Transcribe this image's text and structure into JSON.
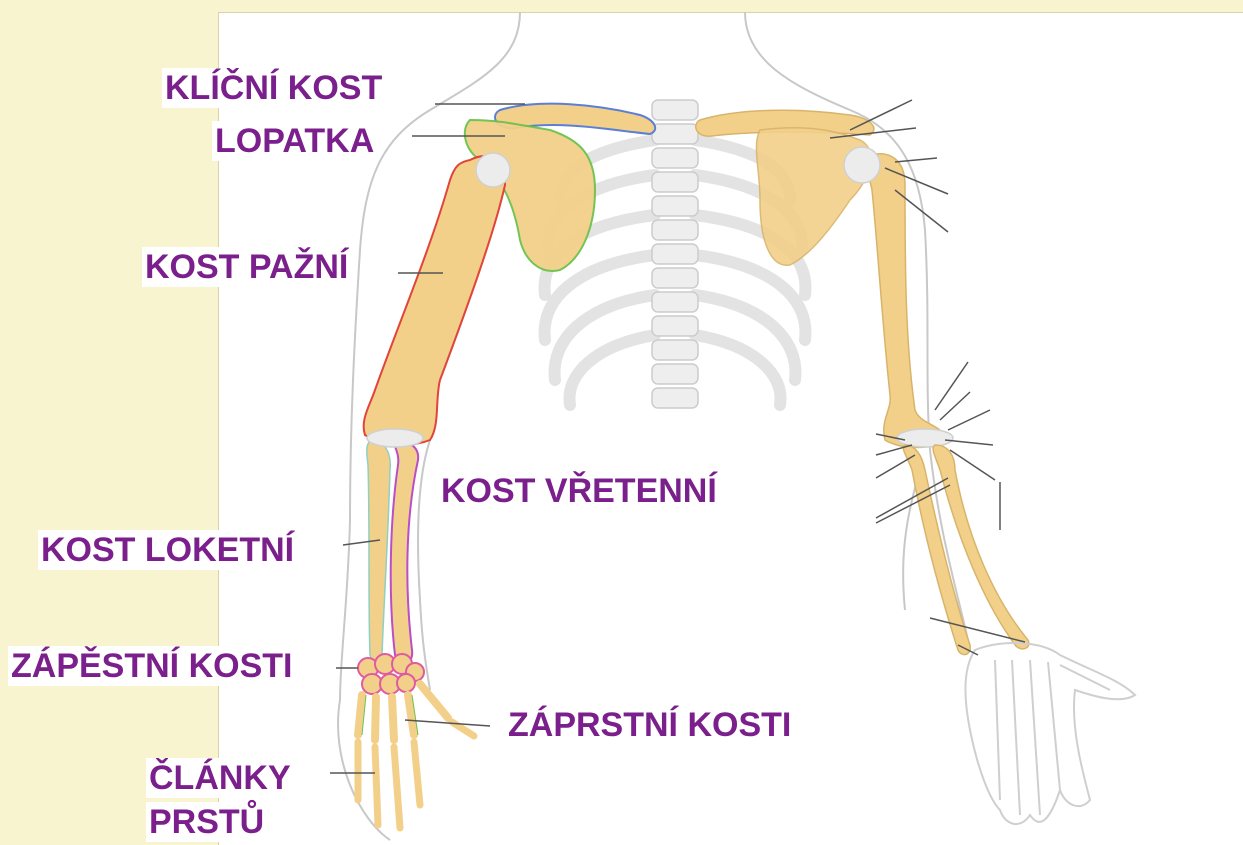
{
  "labels": {
    "clavicle": "KLÍČNÍ KOST",
    "scapula": "LOPATKA",
    "humerus": "KOST PAŽNÍ",
    "radius": "KOST VŘETENNÍ",
    "ulna": "KOST LOKETNÍ",
    "carpals": "ZÁPĚSTNÍ KOSTI",
    "metacarpals": "ZÁPRSTNÍ KOSTI",
    "phalanges_line1": "ČLÁNKY",
    "phalanges_line2": "PRSTŮ"
  },
  "colors": {
    "background": "#f7f4cf",
    "bone": "#f3d08a",
    "bone_outline": "#d8b46a",
    "label_text": "#7a1f8c",
    "clavicle_highlight": "#5b7fd4",
    "scapula_highlight": "#6cc24a",
    "humerus_highlight": "#e0443a",
    "radius_highlight": "#b84fc9",
    "carpal_highlight": "#e05aa0",
    "metacarpal_highlight": "#6cc24a",
    "leader_line": "#555555",
    "body_outline": "#c8c8c8",
    "ribcage": "#e6e6e6"
  }
}
